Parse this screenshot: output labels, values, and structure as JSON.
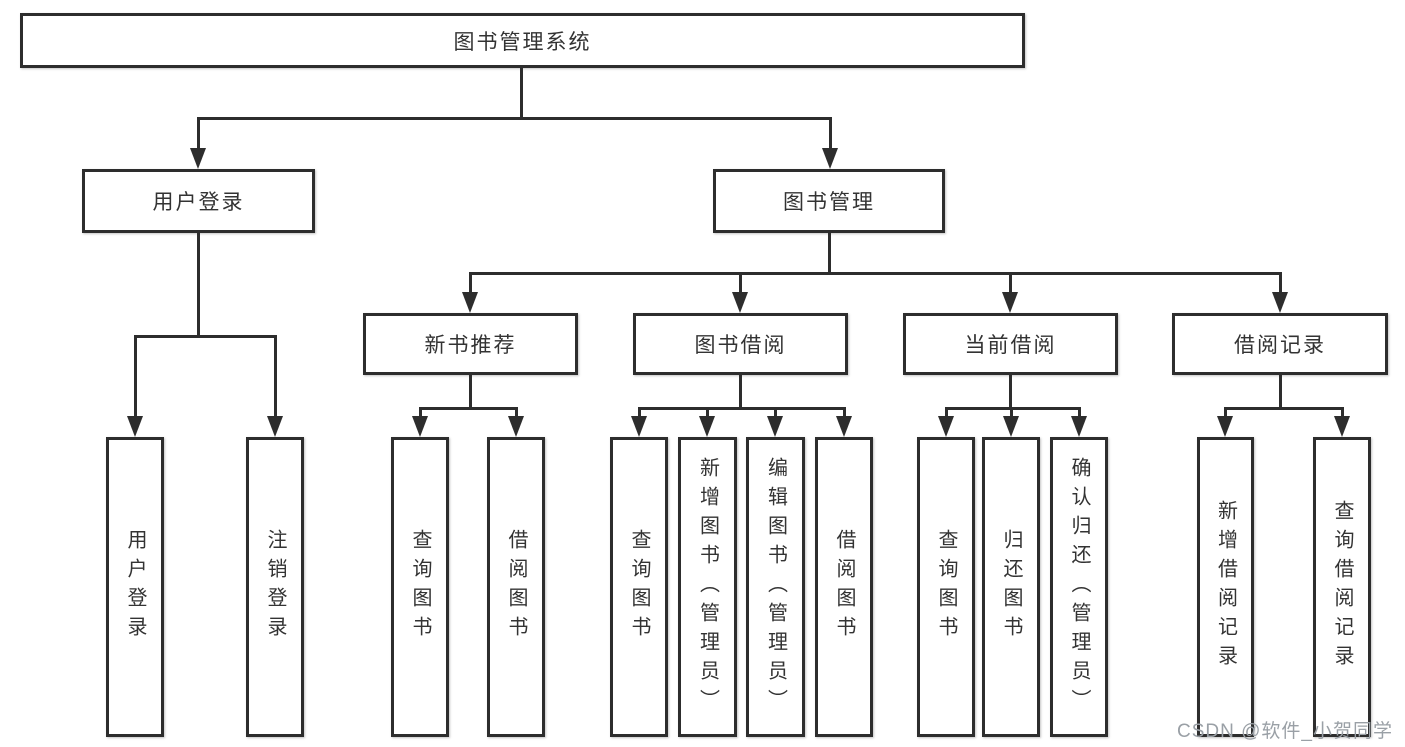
{
  "diagram": {
    "root": {
      "label": "图书管理系统"
    },
    "level2": [
      {
        "label": "用户登录"
      },
      {
        "label": "图书管理"
      }
    ],
    "level3": [
      {
        "label": "新书推荐"
      },
      {
        "label": "图书借阅"
      },
      {
        "label": "当前借阅"
      },
      {
        "label": "借阅记录"
      }
    ],
    "leaves": [
      {
        "label": "用户登录"
      },
      {
        "label": "注销登录"
      },
      {
        "label": "查询图书"
      },
      {
        "label": "借阅图书"
      },
      {
        "label": "查询图书"
      },
      {
        "label": "新增图书（管理员）"
      },
      {
        "label": "编辑图书（管理员）"
      },
      {
        "label": "借阅图书"
      },
      {
        "label": "查询图书"
      },
      {
        "label": "归还图书"
      },
      {
        "label": "确认归还（管理员）"
      },
      {
        "label": "新增借阅记录"
      },
      {
        "label": "查询借阅记录"
      }
    ]
  },
  "watermark": {
    "text": "CSDN @软件_小贺同学"
  },
  "colors": {
    "line": "#2d2d2d",
    "text": "#333333",
    "watermark": "#9aa0a6",
    "background": "#ffffff"
  }
}
